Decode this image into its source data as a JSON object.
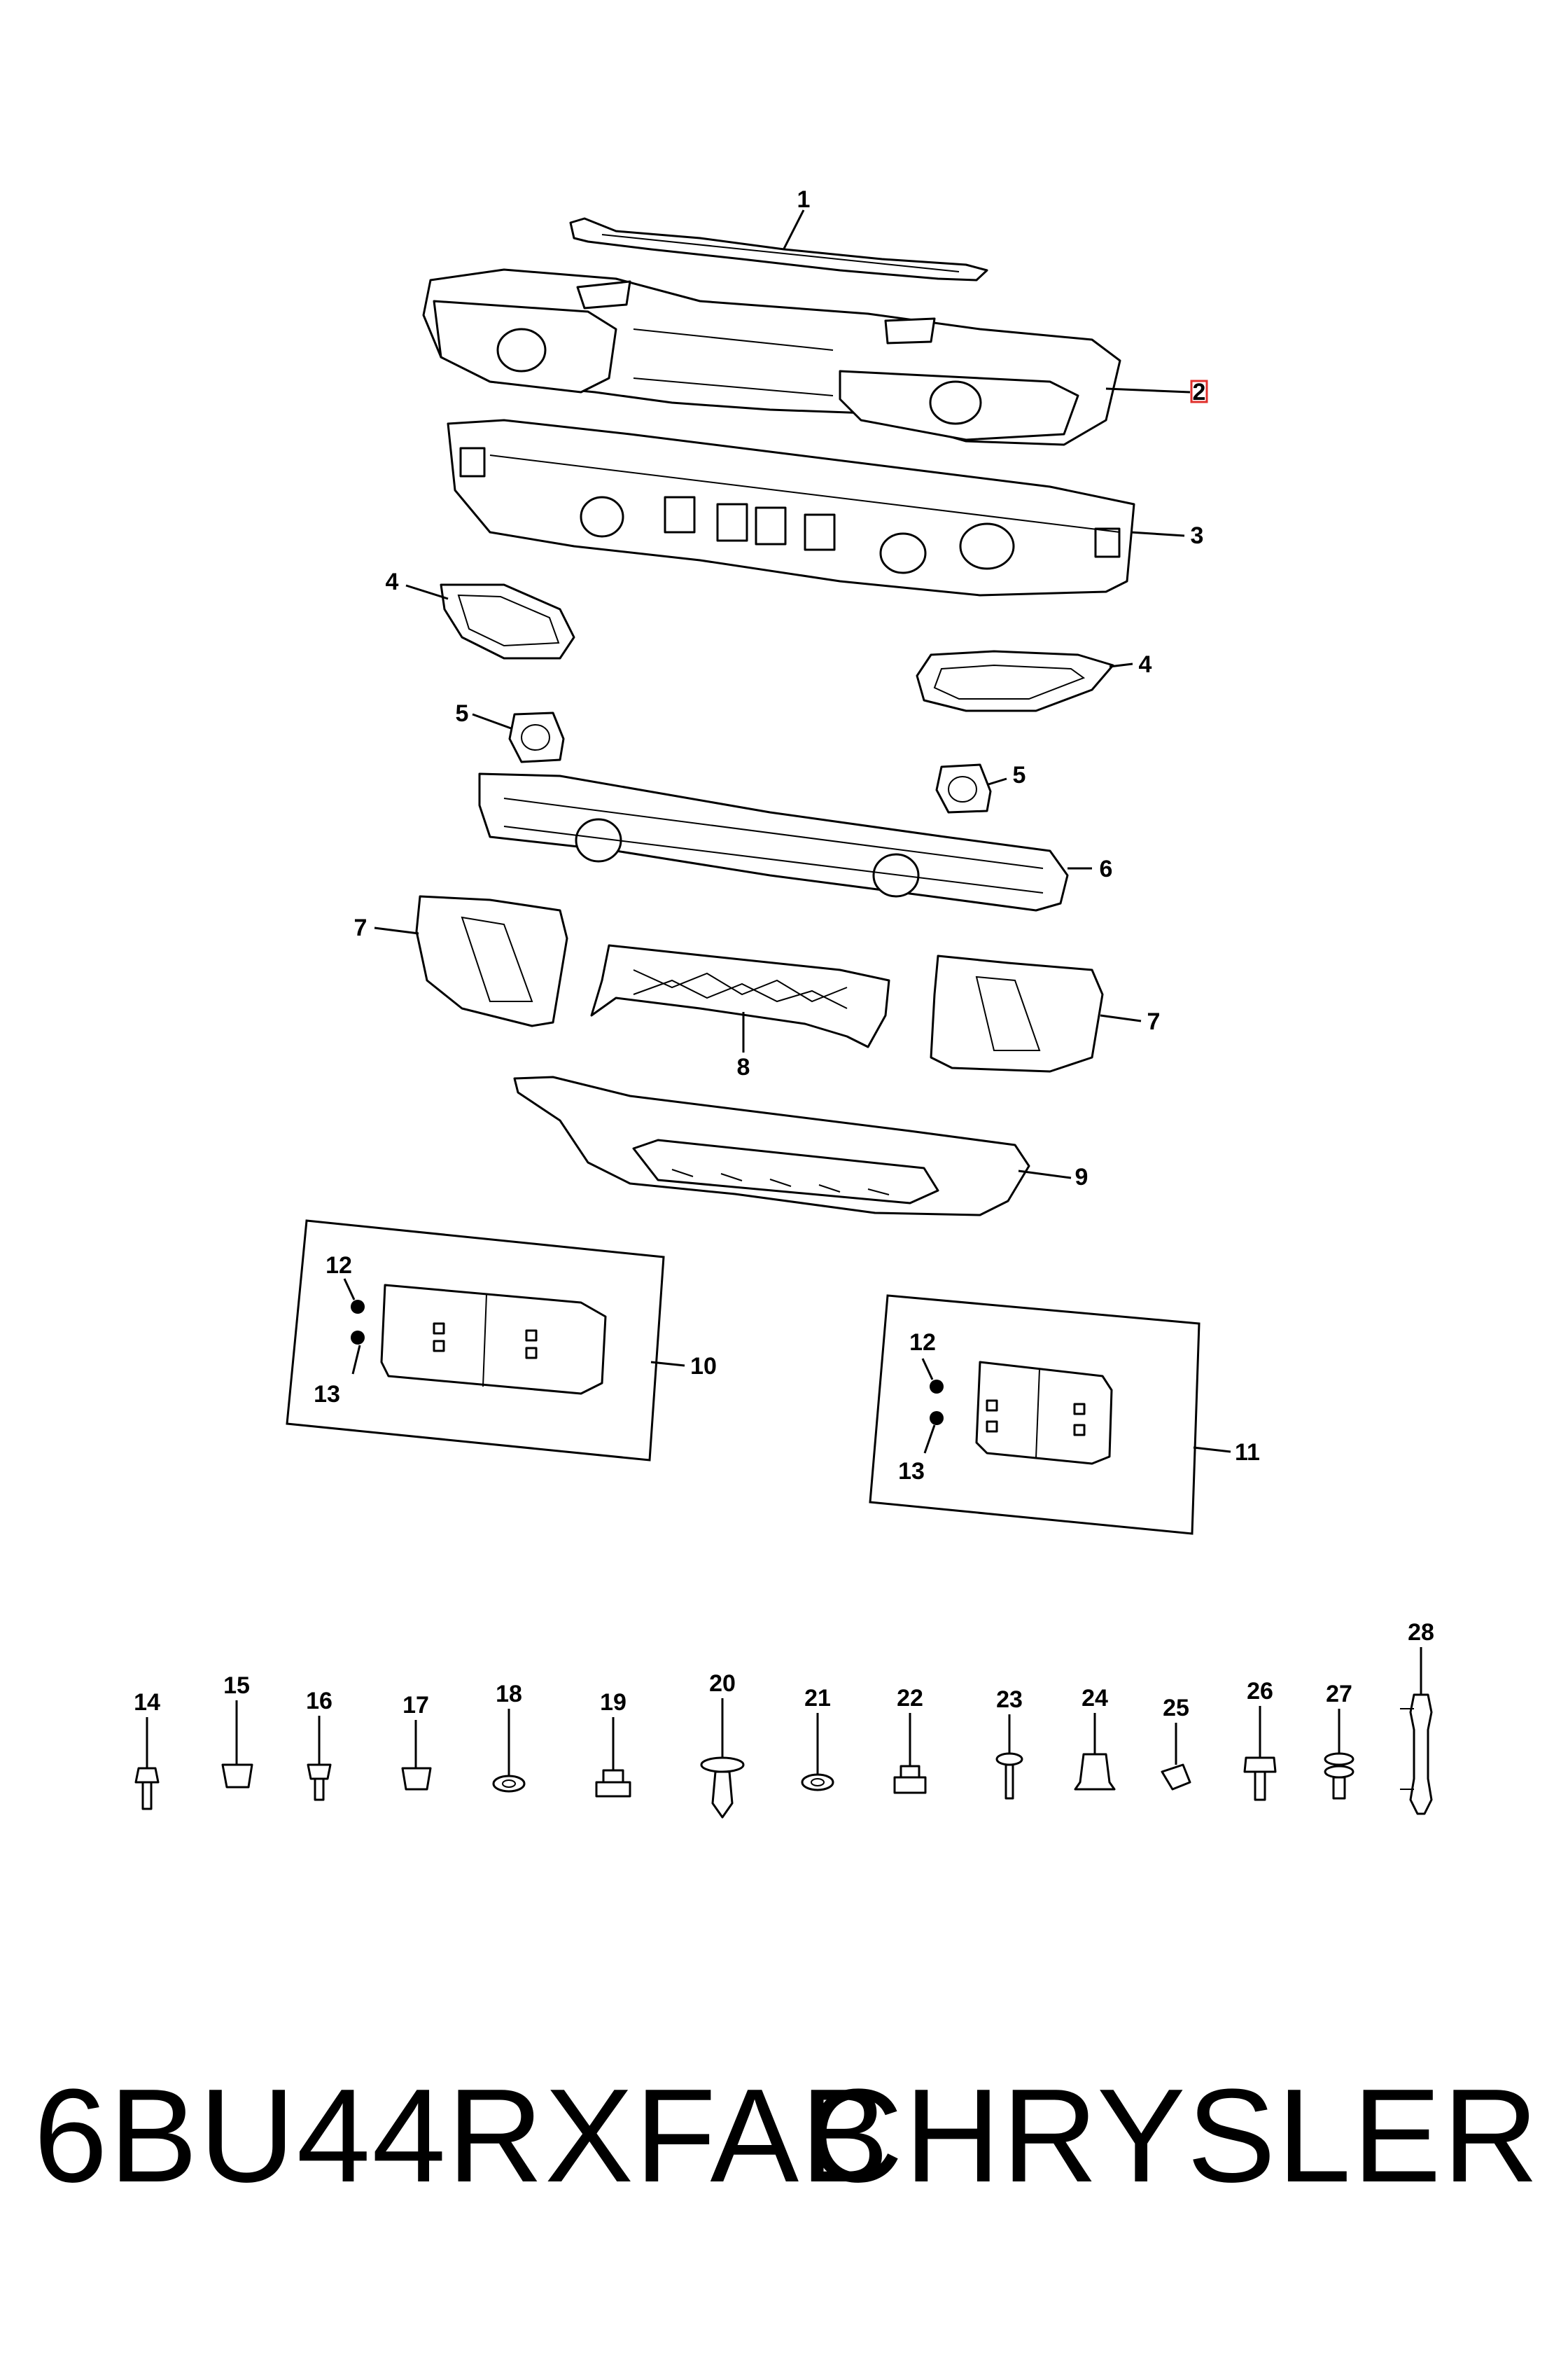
{
  "diagram": {
    "callouts": [
      "1",
      "2",
      "3",
      "4",
      "4",
      "5",
      "5",
      "6",
      "7",
      "7",
      "8",
      "9",
      "10",
      "11",
      "12",
      "13",
      "12",
      "13",
      "14",
      "15",
      "16",
      "17",
      "18",
      "19",
      "20",
      "21",
      "22",
      "23",
      "24",
      "25",
      "26",
      "27",
      "28"
    ],
    "highlighted_callout": "2",
    "highlight_color": "#e0302c",
    "line_color": "#000000"
  },
  "footer": {
    "part_number": "6BU44RXFAB",
    "brand": "CHRYSLER"
  }
}
